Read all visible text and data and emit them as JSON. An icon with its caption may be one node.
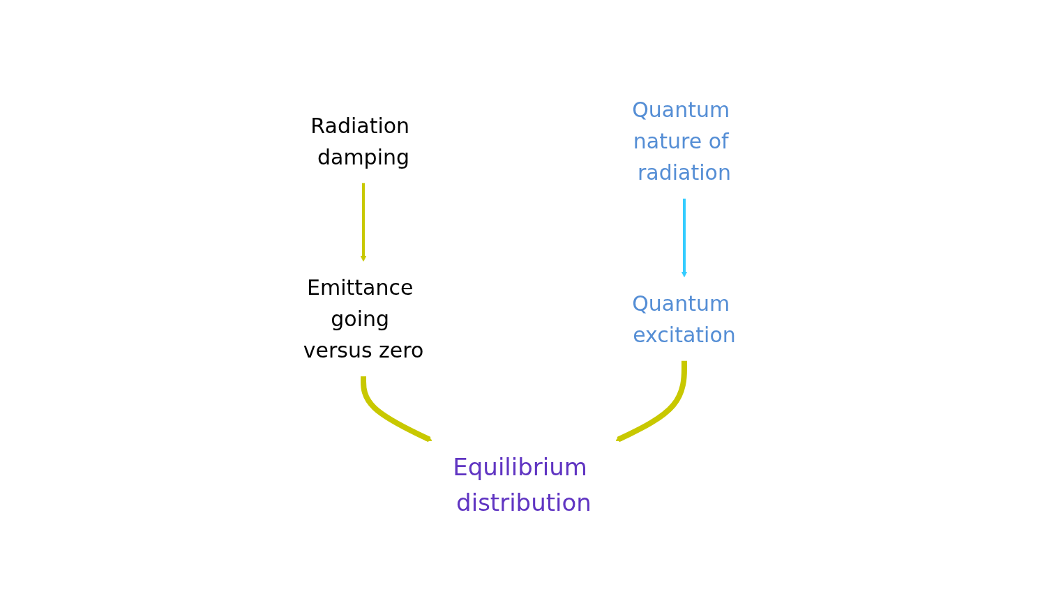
{
  "diagram": {
    "nodes": [
      {
        "text": [
          "Radiation damping"
        ]
      },
      {
        "text": [
          "Emittance going versus zero"
        ]
      },
      {
        "text": [
          "Quantum nature of radiation"
        ]
      },
      {
        "text": [
          "Quantum excitation"
        ]
      },
      {
        "text": [
          "Equilibrium distribution"
        ]
      }
    ],
    "edges": [
      {
        "from": 0,
        "to": 1,
        "arrow": "to"
      },
      {
        "from": 2,
        "to": 3,
        "arrow": "to",
        "color": "#33ccff"
      },
      {
        "from": 1,
        "to": 4,
        "arrow": "to",
        "style": "thick"
      },
      {
        "from": 3,
        "to": 4,
        "arrow": "to",
        "style": "thick"
      }
    ]
  }
}
